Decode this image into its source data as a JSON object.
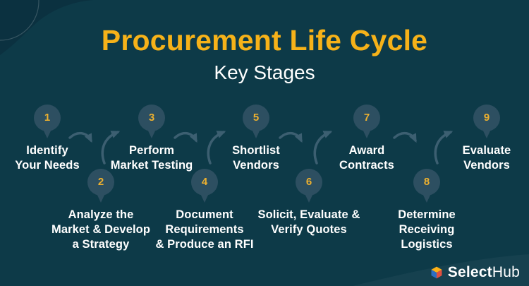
{
  "title": "Procurement Life Cycle",
  "subtitle": "Key Stages",
  "stages": [
    {
      "number": "1",
      "label": "Identify\nYour Needs"
    },
    {
      "number": "2",
      "label": "Analyze the\nMarket & Develop\na Strategy"
    },
    {
      "number": "3",
      "label": "Perform\nMarket Testing"
    },
    {
      "number": "4",
      "label": "Document\nRequirements\n& Produce an RFI"
    },
    {
      "number": "5",
      "label": "Shortlist\nVendors"
    },
    {
      "number": "6",
      "label": "Solicit, Evaluate &\nVerify Quotes"
    },
    {
      "number": "7",
      "label": "Award\nContracts"
    },
    {
      "number": "8",
      "label": "Determine\nReceiving\nLogistics"
    },
    {
      "number": "9",
      "label": "Evaluate\nVendors"
    }
  ],
  "branding": {
    "logo_text_bold": "Select",
    "logo_text_regular": "Hub",
    "logo_icon": "cube-icon"
  },
  "icons": {
    "stage_marker": "map-pin-icon",
    "flow_forward_down": "curved-arrow-down-right-icon",
    "flow_forward_up": "curved-arrow-up-right-icon"
  },
  "colors": {
    "background": "#0D3A48",
    "corner_blob": "#0B3140",
    "title_gold": "#F6B219",
    "number_gold": "#EDB02F",
    "pin_fill": "#2D4F61",
    "arrow": "#3C5F71",
    "text": "#FFFFFF",
    "logo_cube_top": "#FCB116",
    "logo_cube_right": "#E04F3F",
    "logo_cube_left": "#2E6FC2"
  }
}
